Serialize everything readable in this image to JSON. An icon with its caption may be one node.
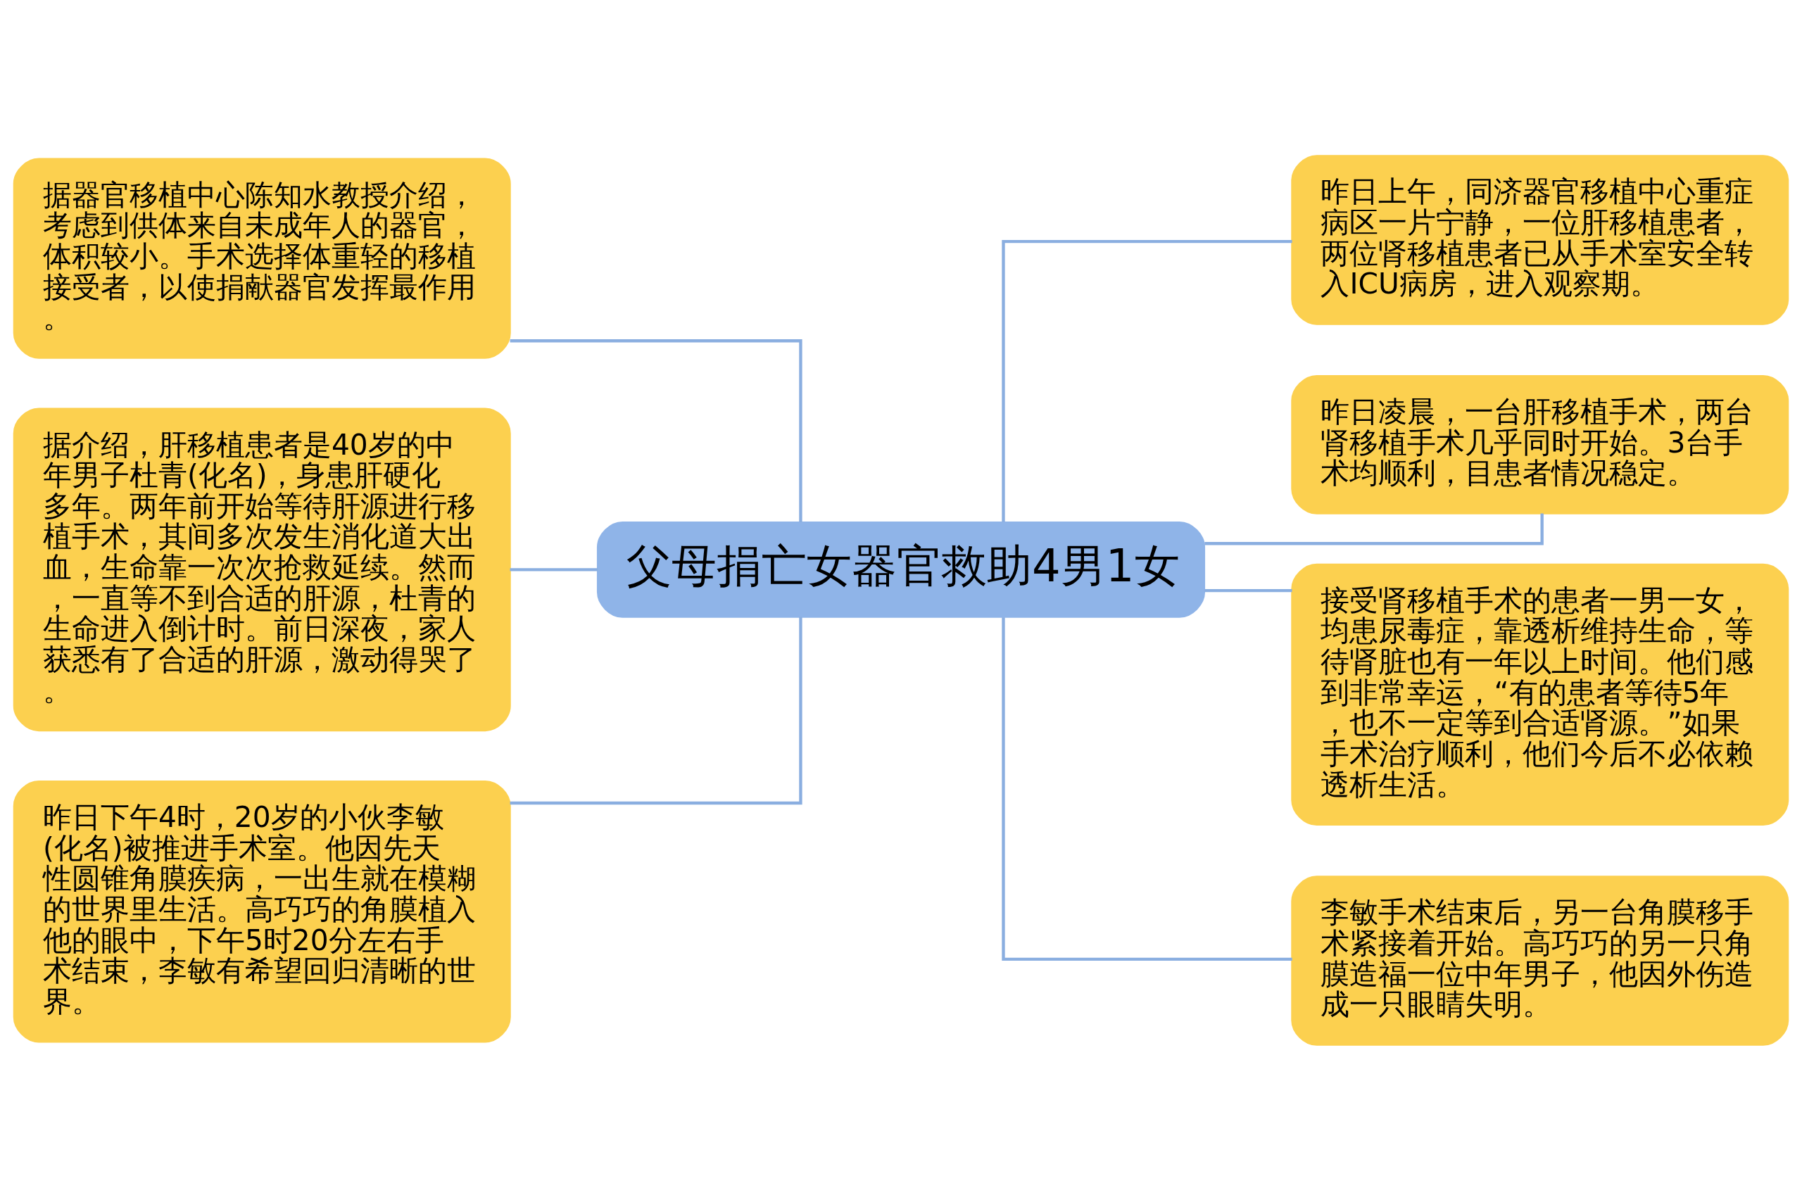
{
  "diagram": {
    "nodes": [
      {
        "text": [
          "父母捐亡女器官救助4男1女"
        ]
      },
      {
        "text": [
          "据器官移植中心陈知水教授介绍，考虑到供体来自未成年人的器官，体积较小。手术选择体重轻的移植接受者，以使捐献器官发挥最作用。"
        ]
      },
      {
        "text": [
          "据介绍，肝移植患者是40岁的中年男子杜青(化名)，身患肝硬化多年。两年前开始等待肝源进行移植手术，其间多次发生消化道大出血，生命靠一次次抢救延续。然而，一直等不到合适的肝源，杜青的生命进入倒计时。前日深夜，家人获悉有了合适的肝源，激动得哭了。"
        ]
      },
      {
        "text": [
          "昨日下午4时，20岁的小伙李敏(化名)被推进手术室。他因先天性圆锥角膜疾病，一出生就在模糊的世界里生活。高巧巧的角膜植入他的眼中，下午5时20分左右手术结束，李敏有希望回归清晰的世界。"
        ]
      },
      {
        "text": [
          "昨日上午，同济器官移植中心重症病区一片宁静，一位肝移植患者，两位肾移植患者已从手术室安全转入ICU病房，进入观察期。"
        ]
      },
      {
        "text": [
          "昨日凌晨，一台肝移植手术，两台肾移植手术几乎同时开始。3台手术均顺利，目患者情况稳定。"
        ]
      },
      {
        "text": [
          "接受肾移植手术的患者一男一女，均患尿毒症，靠透析维持生命，等待肾脏也有一年以上时间。他们感到非常幸运，“有的患者等待5年，也不一定等到合适肾源。”如果手术治疗顺利，他们今后不必依赖透析生活。"
        ]
      },
      {
        "text": [
          "李敏手术结束后，另一台角膜移手术紧接着开始。高巧巧的另一只角膜造福一位中年男子，他因外伤造成一只眼睛失明。"
        ]
      }
    ],
    "edges": [
      {
        "from": 0,
        "to": 1,
        "arrow": "none"
      },
      {
        "from": 0,
        "to": 2,
        "arrow": "none"
      },
      {
        "from": 0,
        "to": 3,
        "arrow": "none"
      },
      {
        "from": 0,
        "to": 4,
        "arrow": "none"
      },
      {
        "from": 0,
        "to": 5,
        "arrow": "none"
      },
      {
        "from": 0,
        "to": 6,
        "arrow": "none"
      },
      {
        "from": 0,
        "to": 7,
        "arrow": "none"
      }
    ]
  }
}
